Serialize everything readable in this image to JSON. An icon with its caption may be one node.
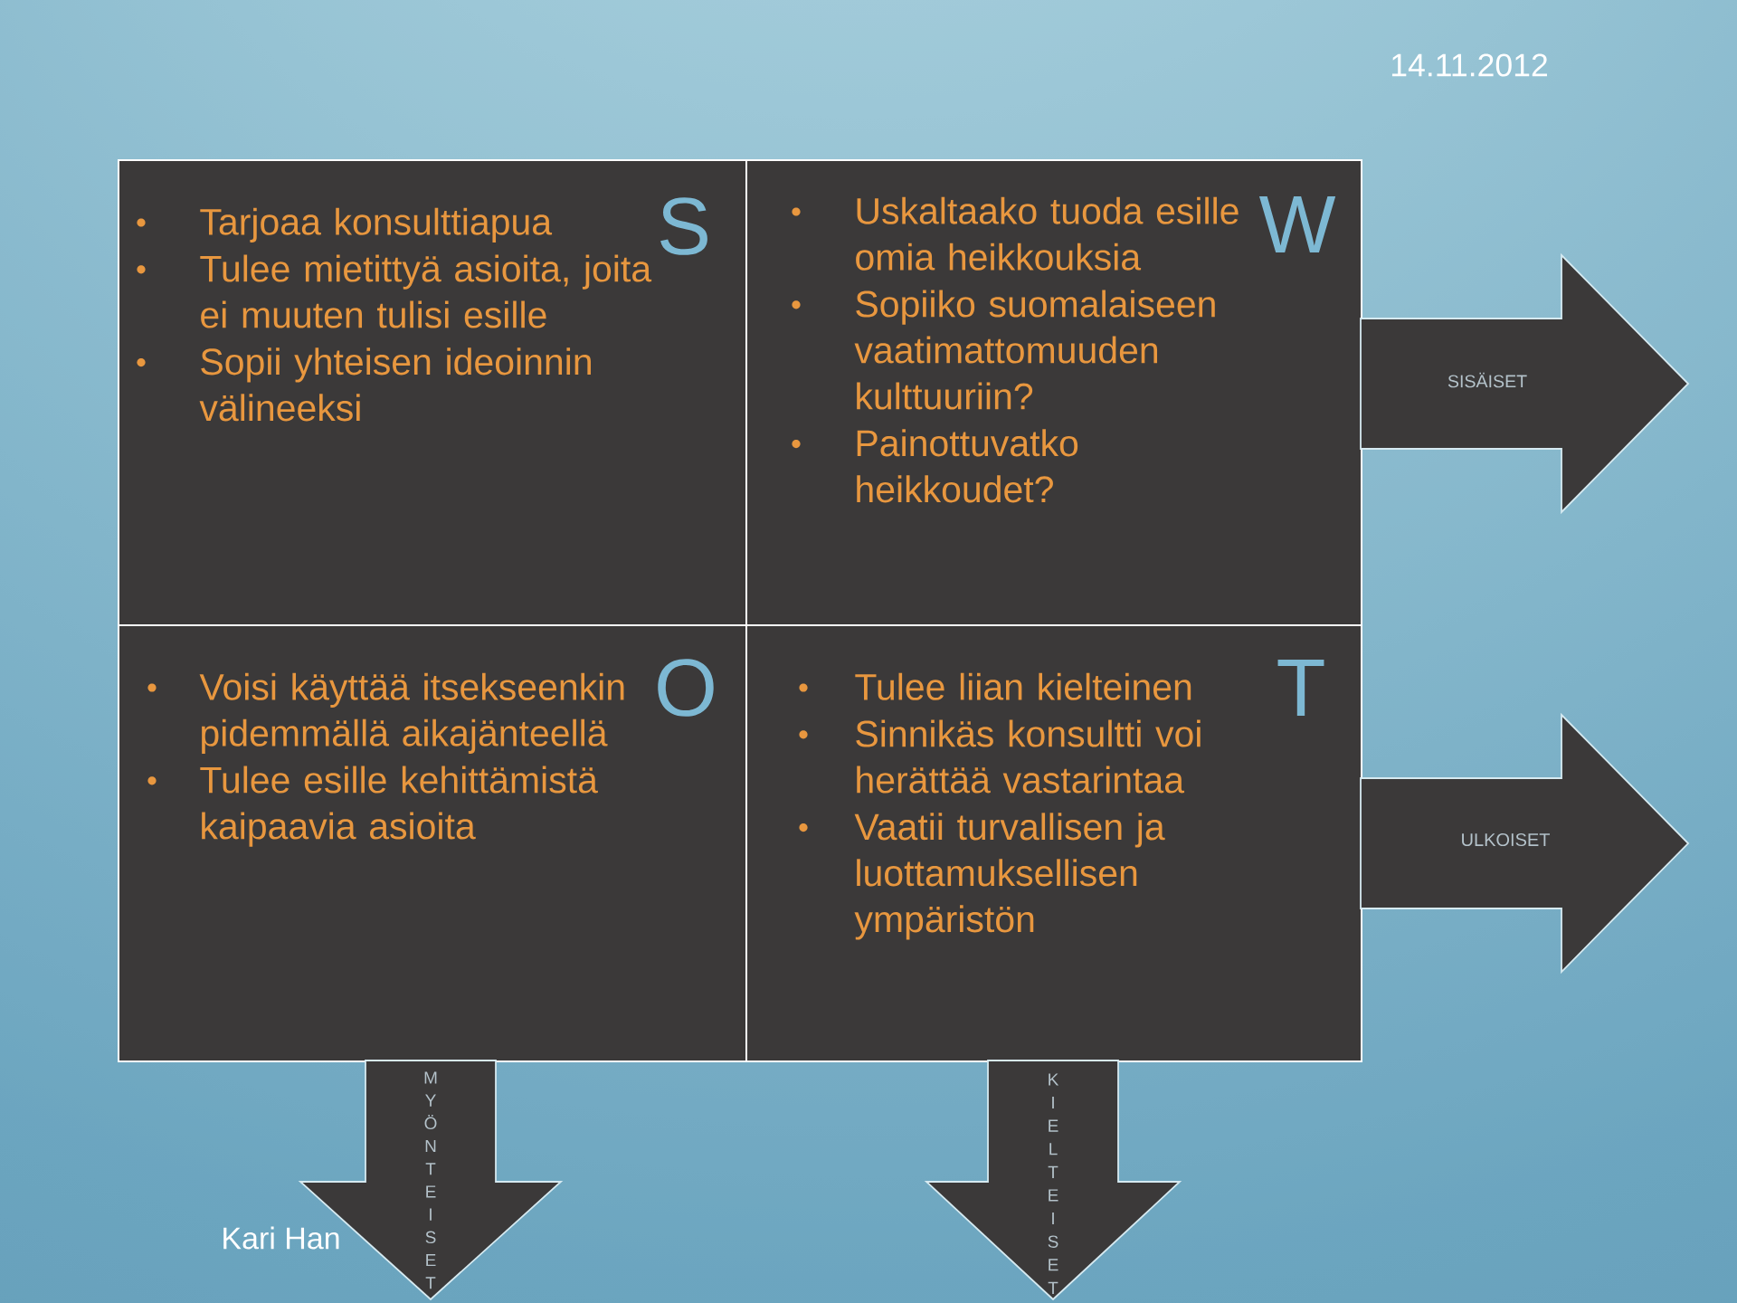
{
  "diagram": {
    "nodes": [
      {
        "text": [
          "S",
          "Tarjoaa konsulttiapua",
          "Tulee mietittyä asioita, joita ei muuten tulisi esille",
          "Sopii yhteisen ideoinnin välineeksi"
        ]
      },
      {
        "text": [
          "W",
          "Uskaltaako tuoda esille omia heikkouksia",
          "Sopiiko suomalaiseen vaatimattomuuden kulttuuriin?",
          "Painottuvatko heikkoudet?"
        ]
      },
      {
        "text": [
          "Voisi käyttää itsekseenkin pidemmällä aikajänteellä",
          "O",
          "Tulee esille kehittämistä kaipaavia asioita"
        ]
      },
      {
        "text": [
          "T",
          "Tulee liian kielteinen",
          "Sinnikäs konsultti voi herättää vastarintaa",
          "Vaatii turvallisen ja luottamuksellisen ympäristön"
        ]
      },
      {
        "text": [
          "SISÄISET"
        ]
      },
      {
        "text": [
          "ULKOISET"
        ]
      },
      {
        "text": [
          "MYÖNTEISET"
        ]
      },
      {
        "text": [
          "KIELTEISET"
        ]
      }
    ],
    "labels": [
      "14.11.2012",
      "Kari Han"
    ]
  }
}
